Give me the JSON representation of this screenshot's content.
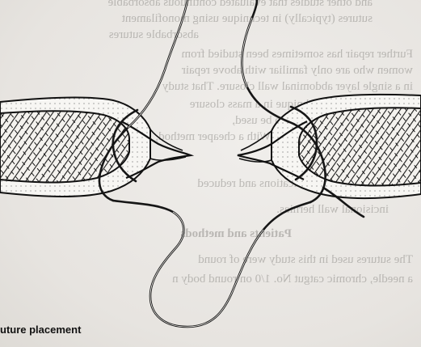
{
  "figure": {
    "caption": "uture placement"
  },
  "bleed_through": {
    "lines": [
      "and other studies that evaluated continuous absorbable",
      "sutures (typically) in technique using monofilament",
      "absorbable sutures",
      "Further repair has sometimes been studied from",
      "women who are only familiar with above repair",
      "in a single layer abdominal wall closure. That study",
      "used a continuous technique in a mass closure",
      "which was more expected to be used,",
      "was a standard to be studied. With a cheaper method,",
      "improved wound complications and reduced",
      "incisional wall hernias."
    ],
    "heading": "Patients and methods",
    "body_after": [
      "The sutures used in this study were of round",
      "a needle, chromic catgut No. 1/0 on round body n"
    ]
  }
}
